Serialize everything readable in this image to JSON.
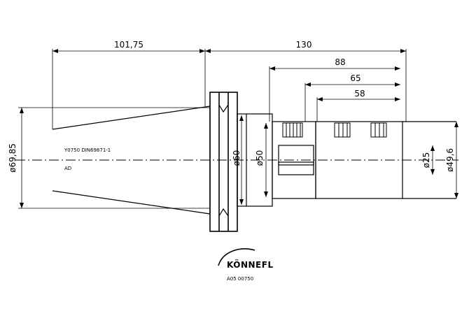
{
  "colors": {
    "ink": "#000000",
    "paper": "#ffffff"
  },
  "dimensions": {
    "len_101_75": "101,75",
    "len_130": "130",
    "len_88": "88",
    "len_65": "65",
    "len_58": "58",
    "dia_69_85": "ø69,85",
    "dia_60": "ø60",
    "dia_50": "ø50",
    "dia_25": "ø25",
    "dia_49_6": "ø49,6"
  },
  "notes": {
    "line1": "Y0750 DIN69871-1",
    "line2": "AD"
  },
  "logo": {
    "brand": "KÖNNEFL",
    "part_code": "A05 00750"
  }
}
